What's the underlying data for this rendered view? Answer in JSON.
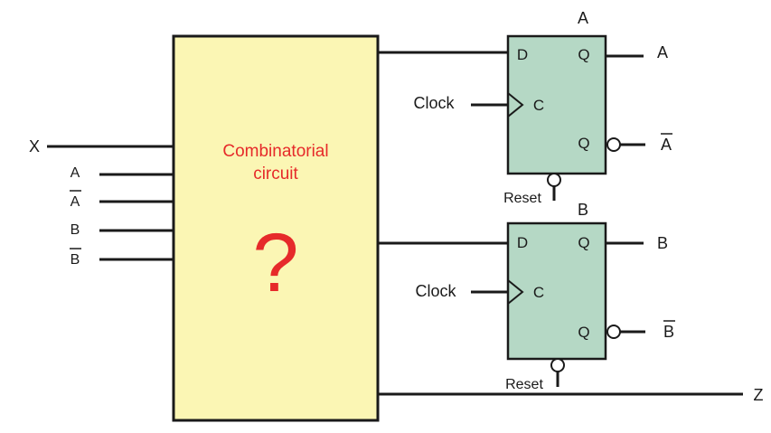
{
  "combinational_block": {
    "label_line1": "Combinatorial",
    "label_line2": "circuit",
    "symbol": "?",
    "fill_color": "#fbf6b4",
    "text_color": "#e62a2a"
  },
  "inputs": {
    "x": "X",
    "a": "A",
    "a_bar": "A",
    "b": "B",
    "b_bar": "B"
  },
  "flipflop_a": {
    "title": "A",
    "d_pin": "D",
    "q_pin": "Q",
    "c_pin": "C",
    "qn_pin": "Q",
    "clock_label": "Clock",
    "reset_label": "Reset",
    "q_output": "A",
    "qn_output": "A",
    "fill_color": "#b5d8c5"
  },
  "flipflop_b": {
    "title": "B",
    "d_pin": "D",
    "q_pin": "Q",
    "c_pin": "C",
    "qn_pin": "Q",
    "clock_label": "Clock",
    "reset_label": "Reset",
    "q_output": "B",
    "qn_output": "B",
    "fill_color": "#b5d8c5"
  },
  "output": {
    "z": "Z"
  }
}
